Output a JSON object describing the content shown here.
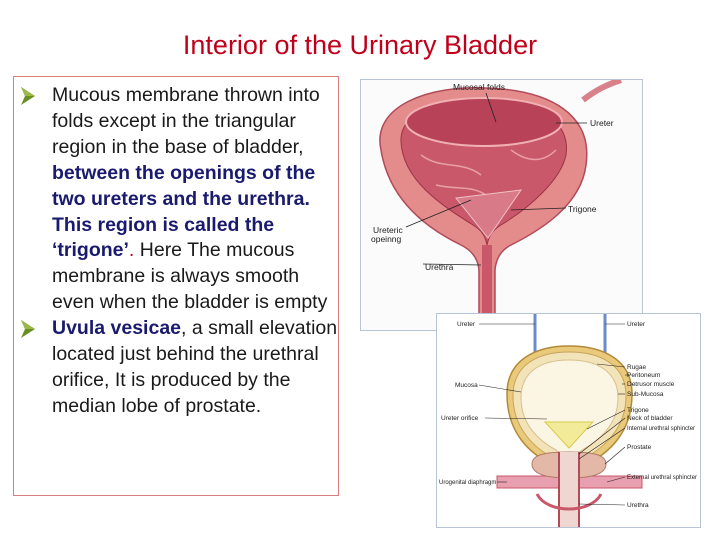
{
  "slide": {
    "title": "Interior of the Urinary Bladder"
  },
  "bullets": [
    {
      "segments": [
        {
          "text": "Mucous membrane thrown into folds except in the triangular region in the base of bladder, ",
          "style": "normal"
        },
        {
          "text": "between the openings of the two ureters and the urethra. This region is called the ‘trigone’",
          "style": "strong"
        },
        {
          "text": ".",
          "style": "red"
        },
        {
          "text": " Here The mucous membrane is always smooth even when the bladder is empty",
          "style": "normal"
        }
      ]
    },
    {
      "segments": [
        {
          "text": "Uvula vesicae",
          "style": "strong"
        },
        {
          "text": ", a small elevation located just behind the urethral orifice, It is produced by the median lobe of prostate.",
          "style": "normal"
        }
      ]
    }
  ],
  "figure_top": {
    "labels": {
      "mucosal_folds": "Mucosal folds",
      "ureter": "Ureter",
      "trigone": "Trigone",
      "ureteric_opening_1": "Ureteric",
      "ureteric_opening_2": "opeinng",
      "urethra": "Urethra"
    }
  },
  "figure_bottom": {
    "labels": {
      "ureter_left": "Ureter",
      "ureter_right": "Ureter",
      "mucosa": "Mucosa",
      "ureter_orifice": "Ureter orifice",
      "urogenital_diaphragm": "Urogenital diaphragm",
      "rugae": "Rugae",
      "peritoneum": "Peritoneum",
      "detrusor_muscle": "Detrusor muscle",
      "submucosa": "Sub-Mucosa",
      "trigone": "Trigone",
      "neck_of_bladder": "Neck of bladder",
      "internal_urethral_sphincter": "Internal urethral sphincter",
      "prostate": "Prostate",
      "external_urethral_sphincter": "External urethral sphincter",
      "urethra": "Urethra"
    }
  },
  "colors": {
    "title": "#c0001a",
    "bullet_arrow": "#6b8e23",
    "emphasis_text": "#1a1a6e",
    "bladder_wall": "#e48b8b",
    "bladder_mucosa": "#c9586a",
    "trigone": "#f2ec9a"
  }
}
